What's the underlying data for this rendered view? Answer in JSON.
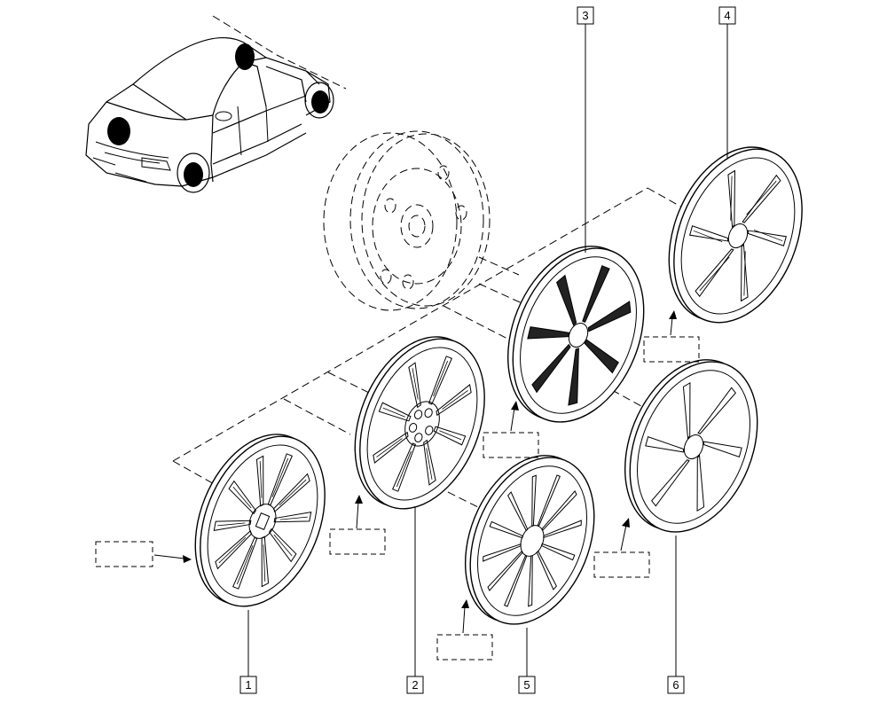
{
  "callouts": [
    {
      "label": "1",
      "part": "hubcap-1"
    },
    {
      "label": "2",
      "part": "hubcap-2"
    },
    {
      "label": "3",
      "part": "hubcap-3"
    },
    {
      "label": "4",
      "part": "hubcap-4"
    },
    {
      "label": "5",
      "part": "hubcap-5"
    },
    {
      "label": "6",
      "part": "hubcap-6"
    }
  ],
  "wheel_covers": [
    {
      "id": "1",
      "spokes": 10,
      "style": "double-spoke"
    },
    {
      "id": "2",
      "spokes": 8,
      "style": "split-spoke"
    },
    {
      "id": "3",
      "spokes": 7,
      "style": "bar-spoke"
    },
    {
      "id": "4",
      "spokes": 6,
      "style": "curved-split"
    },
    {
      "id": "5",
      "spokes": 12,
      "style": "thin-spoke"
    },
    {
      "id": "6",
      "spokes": 6,
      "style": "swirl"
    }
  ],
  "icons": [
    "car-outline-icon",
    "steel-wheel-icon",
    "clip-arrow-icon"
  ]
}
